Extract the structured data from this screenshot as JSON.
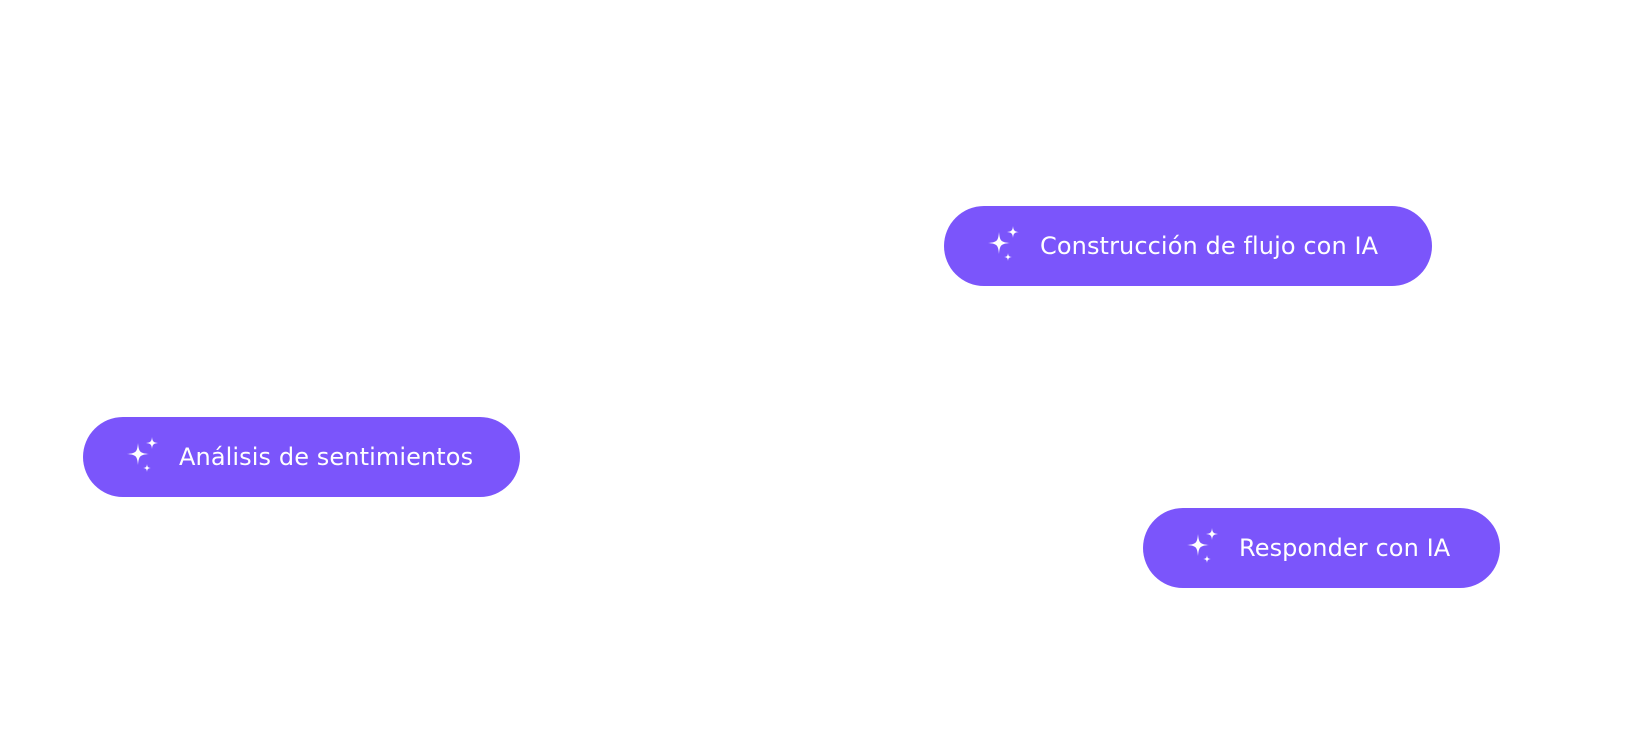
{
  "theme": {
    "accent": "#7B55FB",
    "text": "#FFFFFF",
    "background": "#FFFFFF"
  },
  "buttons": {
    "flow": {
      "label": "Construcción de flujo con IA",
      "icon": "sparkles-icon"
    },
    "sentiment": {
      "label": "Análisis de sentimientos",
      "icon": "sparkles-icon"
    },
    "reply": {
      "label": "Responder con IA",
      "icon": "sparkles-icon"
    }
  }
}
